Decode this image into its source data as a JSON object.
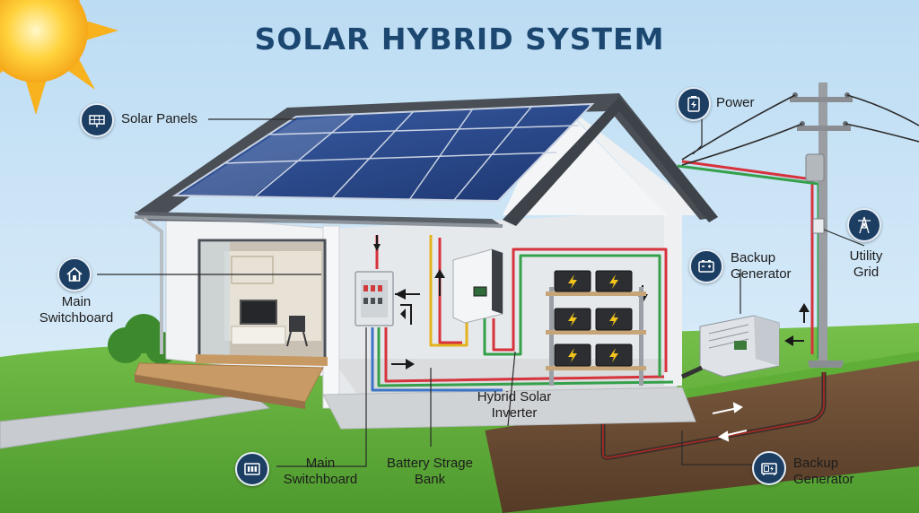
{
  "diagram": {
    "title": "SOLAR HYBRID SYSTEM",
    "labels": {
      "solar_panels": "Solar Panels",
      "power": "Power",
      "main_switchboard_left": [
        "Main",
        "Switchboard"
      ],
      "backup_generator_mid": [
        "Backup",
        "Generator"
      ],
      "utility_grid": [
        "Utility",
        "Grid"
      ],
      "hybrid_inverter": [
        "Hybrid Solar",
        "Inverter"
      ],
      "main_switchboard_bottom": [
        "Main",
        "Switchboard"
      ],
      "battery_bank": [
        "Battery Strage",
        "Bank"
      ],
      "backup_generator_bottom": [
        "Backup",
        "Generator"
      ]
    },
    "icons": {
      "solar_panels": "solar-panel-icon",
      "power": "battery-bolt-icon",
      "main_switchboard_left": "house-icon",
      "backup_generator_mid": "battery-icon",
      "utility_grid": "transmission-tower-icon",
      "main_switchboard_bottom": "switchboard-icon",
      "backup_generator_bottom": "generator-icon"
    },
    "colors": {
      "title": "#1c4770",
      "badge": "#1c3e63",
      "wire_red": "#d6333c",
      "wire_green": "#35a04a",
      "wire_yellow": "#e3b21c",
      "wire_blue": "#3c74c6"
    }
  }
}
